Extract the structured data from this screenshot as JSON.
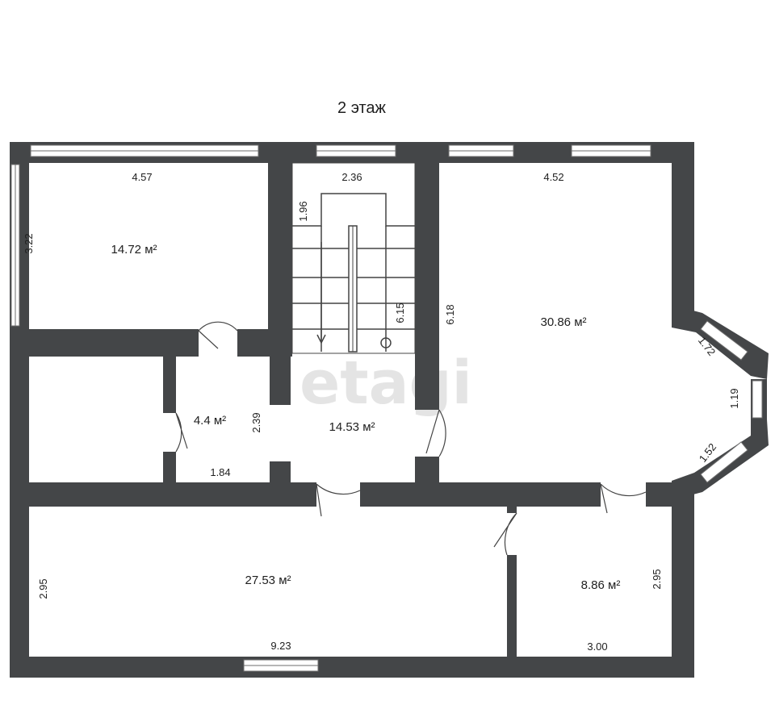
{
  "plan": {
    "title": "2 этаж",
    "watermark": "etagi",
    "rooms": [
      {
        "id": "room-top-left",
        "area": "14.72 м²",
        "dims": [
          "4.57",
          "3.22"
        ]
      },
      {
        "id": "room-stairwell",
        "area": "14.53 м²",
        "dims": [
          "2.36",
          "1.96",
          "6.15"
        ]
      },
      {
        "id": "room-small-bath",
        "area": "4.4 м²",
        "dims": [
          "2.39",
          "1.84"
        ]
      },
      {
        "id": "room-bay",
        "area": "30.86 м²",
        "dims": [
          "4.52",
          "6.18",
          "1.72",
          "1.19",
          "1.52"
        ]
      },
      {
        "id": "room-bottom-left",
        "area": "27.53 м²",
        "dims": [
          "2.95",
          "9.23"
        ]
      },
      {
        "id": "room-bottom-right",
        "area": "8.86 м²",
        "dims": [
          "2.95",
          "3.00"
        ]
      }
    ]
  },
  "colors": {
    "wall": "#444648",
    "background": "#ffffff",
    "text": "#1f1f1f",
    "watermark": "#dcdcdc"
  }
}
